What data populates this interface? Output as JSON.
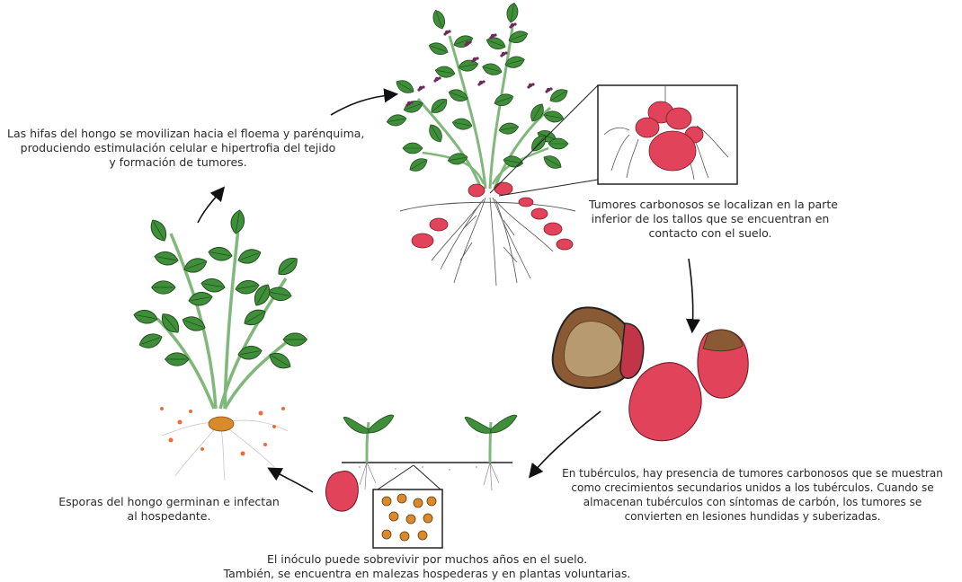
{
  "captions": {
    "hyphae": [
      "Las hifas del hongo se movilizan hacia el floema y parénquima,",
      "produciendo estimulación celular e hipertrofia del tejido",
      "y formación de tumores."
    ],
    "stem_tumors": [
      "Tumores carbonosos se localizan en la parte",
      "inferior de los tallos que se encuentran en",
      "contacto con el suelo."
    ],
    "tubers": [
      "En tubérculos, hay presencia de tumores carbonosos que se muestran",
      "como crecimientos secundarios unidos a los tubérculos. Cuando se",
      "almacenan tubérculos con síntomas de carbón, los tumores se",
      "convierten en lesiones hundidas y suberizadas."
    ],
    "inoculum": [
      "El inóculo puede sobrevivir por muchos años en el suelo.",
      "También, se encuentra en malezas hospederas y en plantas voluntarias."
    ],
    "spores": [
      "Esporas del hongo germinan e infectan",
      "al hospedante."
    ]
  },
  "colors": {
    "leaf": "#3f8f3a",
    "stem": "#7fb87a",
    "tumor": "#e0435a",
    "flower": "#6b2a5c",
    "brown": "#8a5a35",
    "spore": "#d98a2b"
  }
}
